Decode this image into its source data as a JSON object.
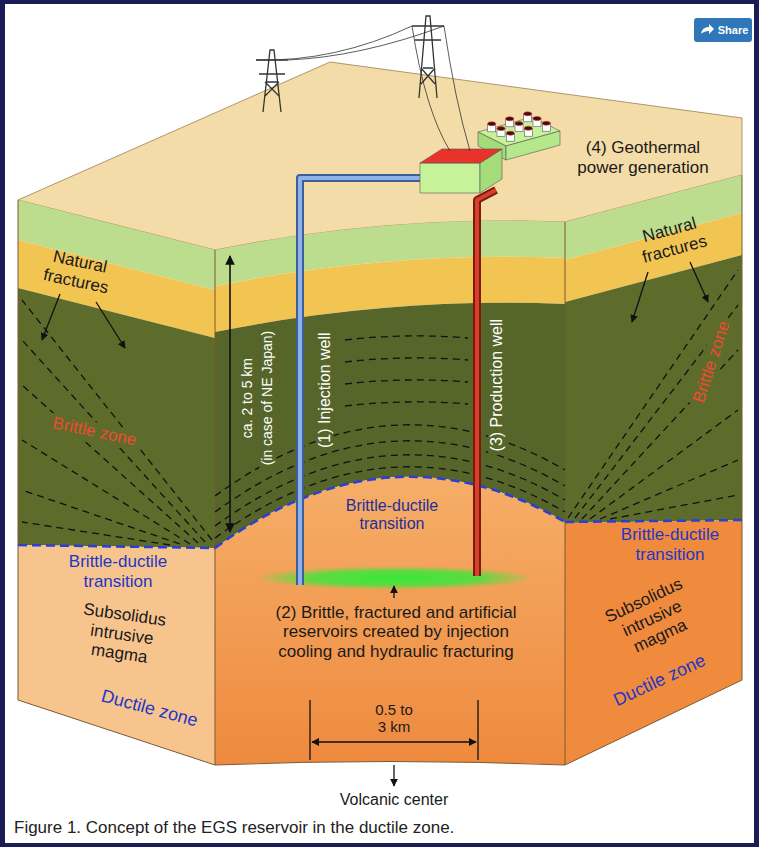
{
  "diagram": {
    "caption": "Figure 1. Concept of the EGS reservoir in the ductile zone.",
    "labels": [
      "Share",
      "(4) Geothermal power generation",
      "Natural fractures",
      "Natural fractures",
      "ca. 2 to 5 km",
      "(in case of NE Japan)",
      "(1) Injection well",
      "(3) Production well",
      "Brittle zone",
      "Brittle zone",
      "Brittle-ductile transition",
      "Brittle-ductile transition",
      "Brittle-ductile transition",
      "Subsolidus intrusive magma",
      "Subsolidus intrusive magma",
      "(2) Brittle, fractured and artificial reservoirs created by injection cooling and hydraulic fracturing",
      "Ductile zone",
      "Ductile zone",
      "0.5 to 3 km",
      "Volcanic center"
    ]
  }
}
